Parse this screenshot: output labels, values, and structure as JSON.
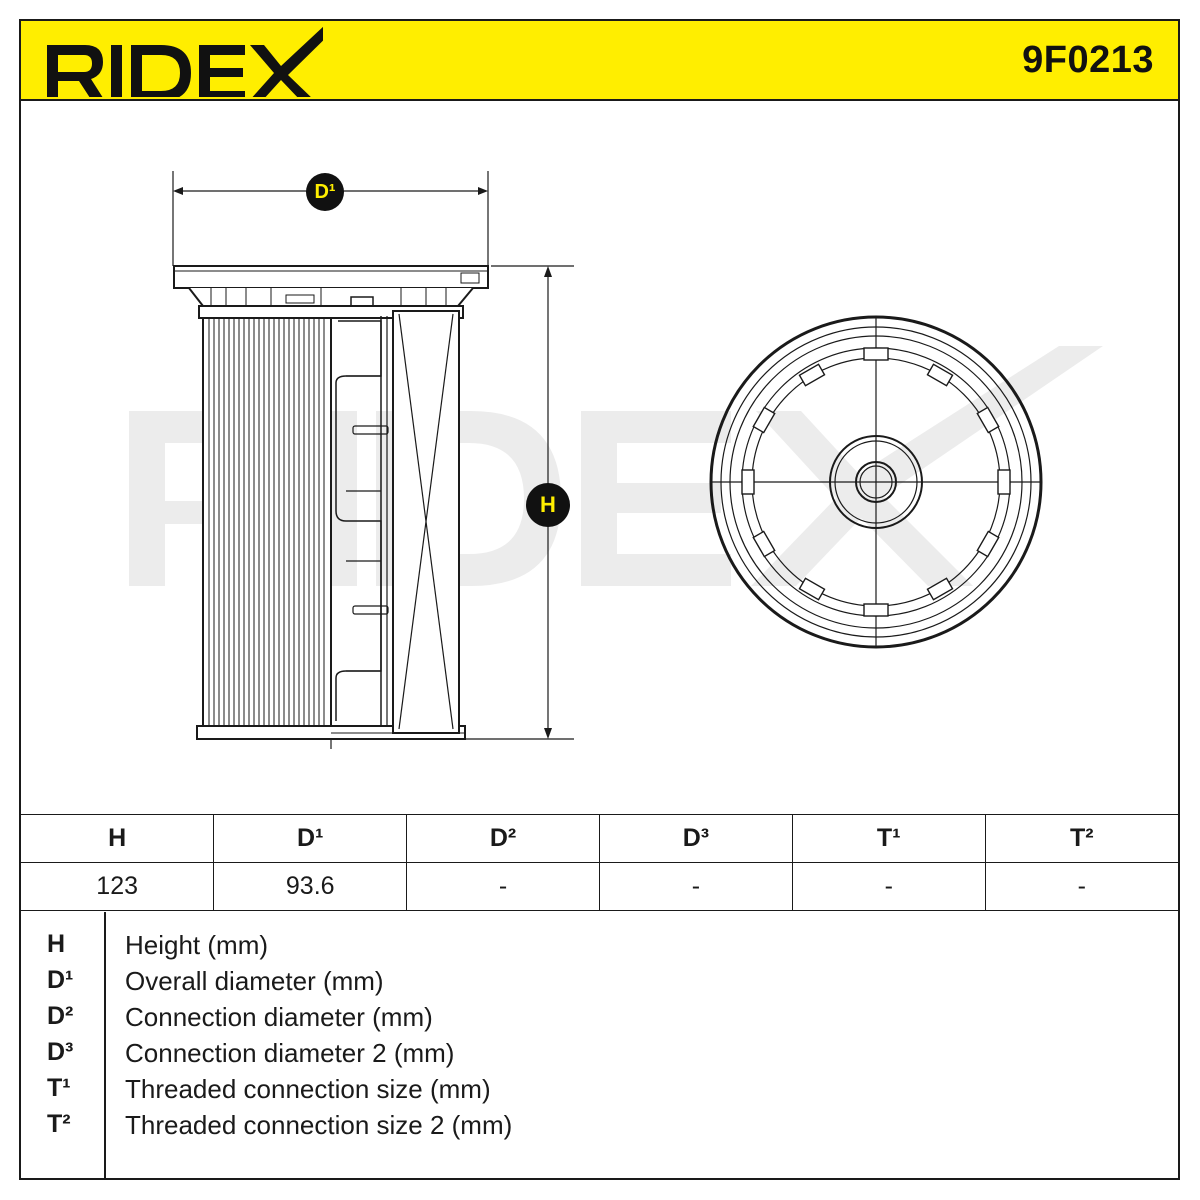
{
  "header": {
    "brand": "RIDEX",
    "part_number": "9F0213",
    "background_color": "#ffee00"
  },
  "drawing": {
    "label_d1": "D¹",
    "label_h": "H"
  },
  "spec_table": {
    "headers": [
      "H",
      "D¹",
      "D²",
      "D³",
      "T¹",
      "T²"
    ],
    "values": [
      "123",
      "93.6",
      "-",
      "-",
      "-",
      "-"
    ]
  },
  "legend": [
    {
      "key": "H",
      "desc": "Height (mm)"
    },
    {
      "key": "D¹",
      "desc": "Overall diameter (mm)"
    },
    {
      "key": "D²",
      "desc": "Connection diameter (mm)"
    },
    {
      "key": "D³",
      "desc": "Connection diameter 2 (mm)"
    },
    {
      "key": "T¹",
      "desc": "Threaded connection size (mm)"
    },
    {
      "key": "T²",
      "desc": "Threaded connection size 2 (mm)"
    }
  ]
}
